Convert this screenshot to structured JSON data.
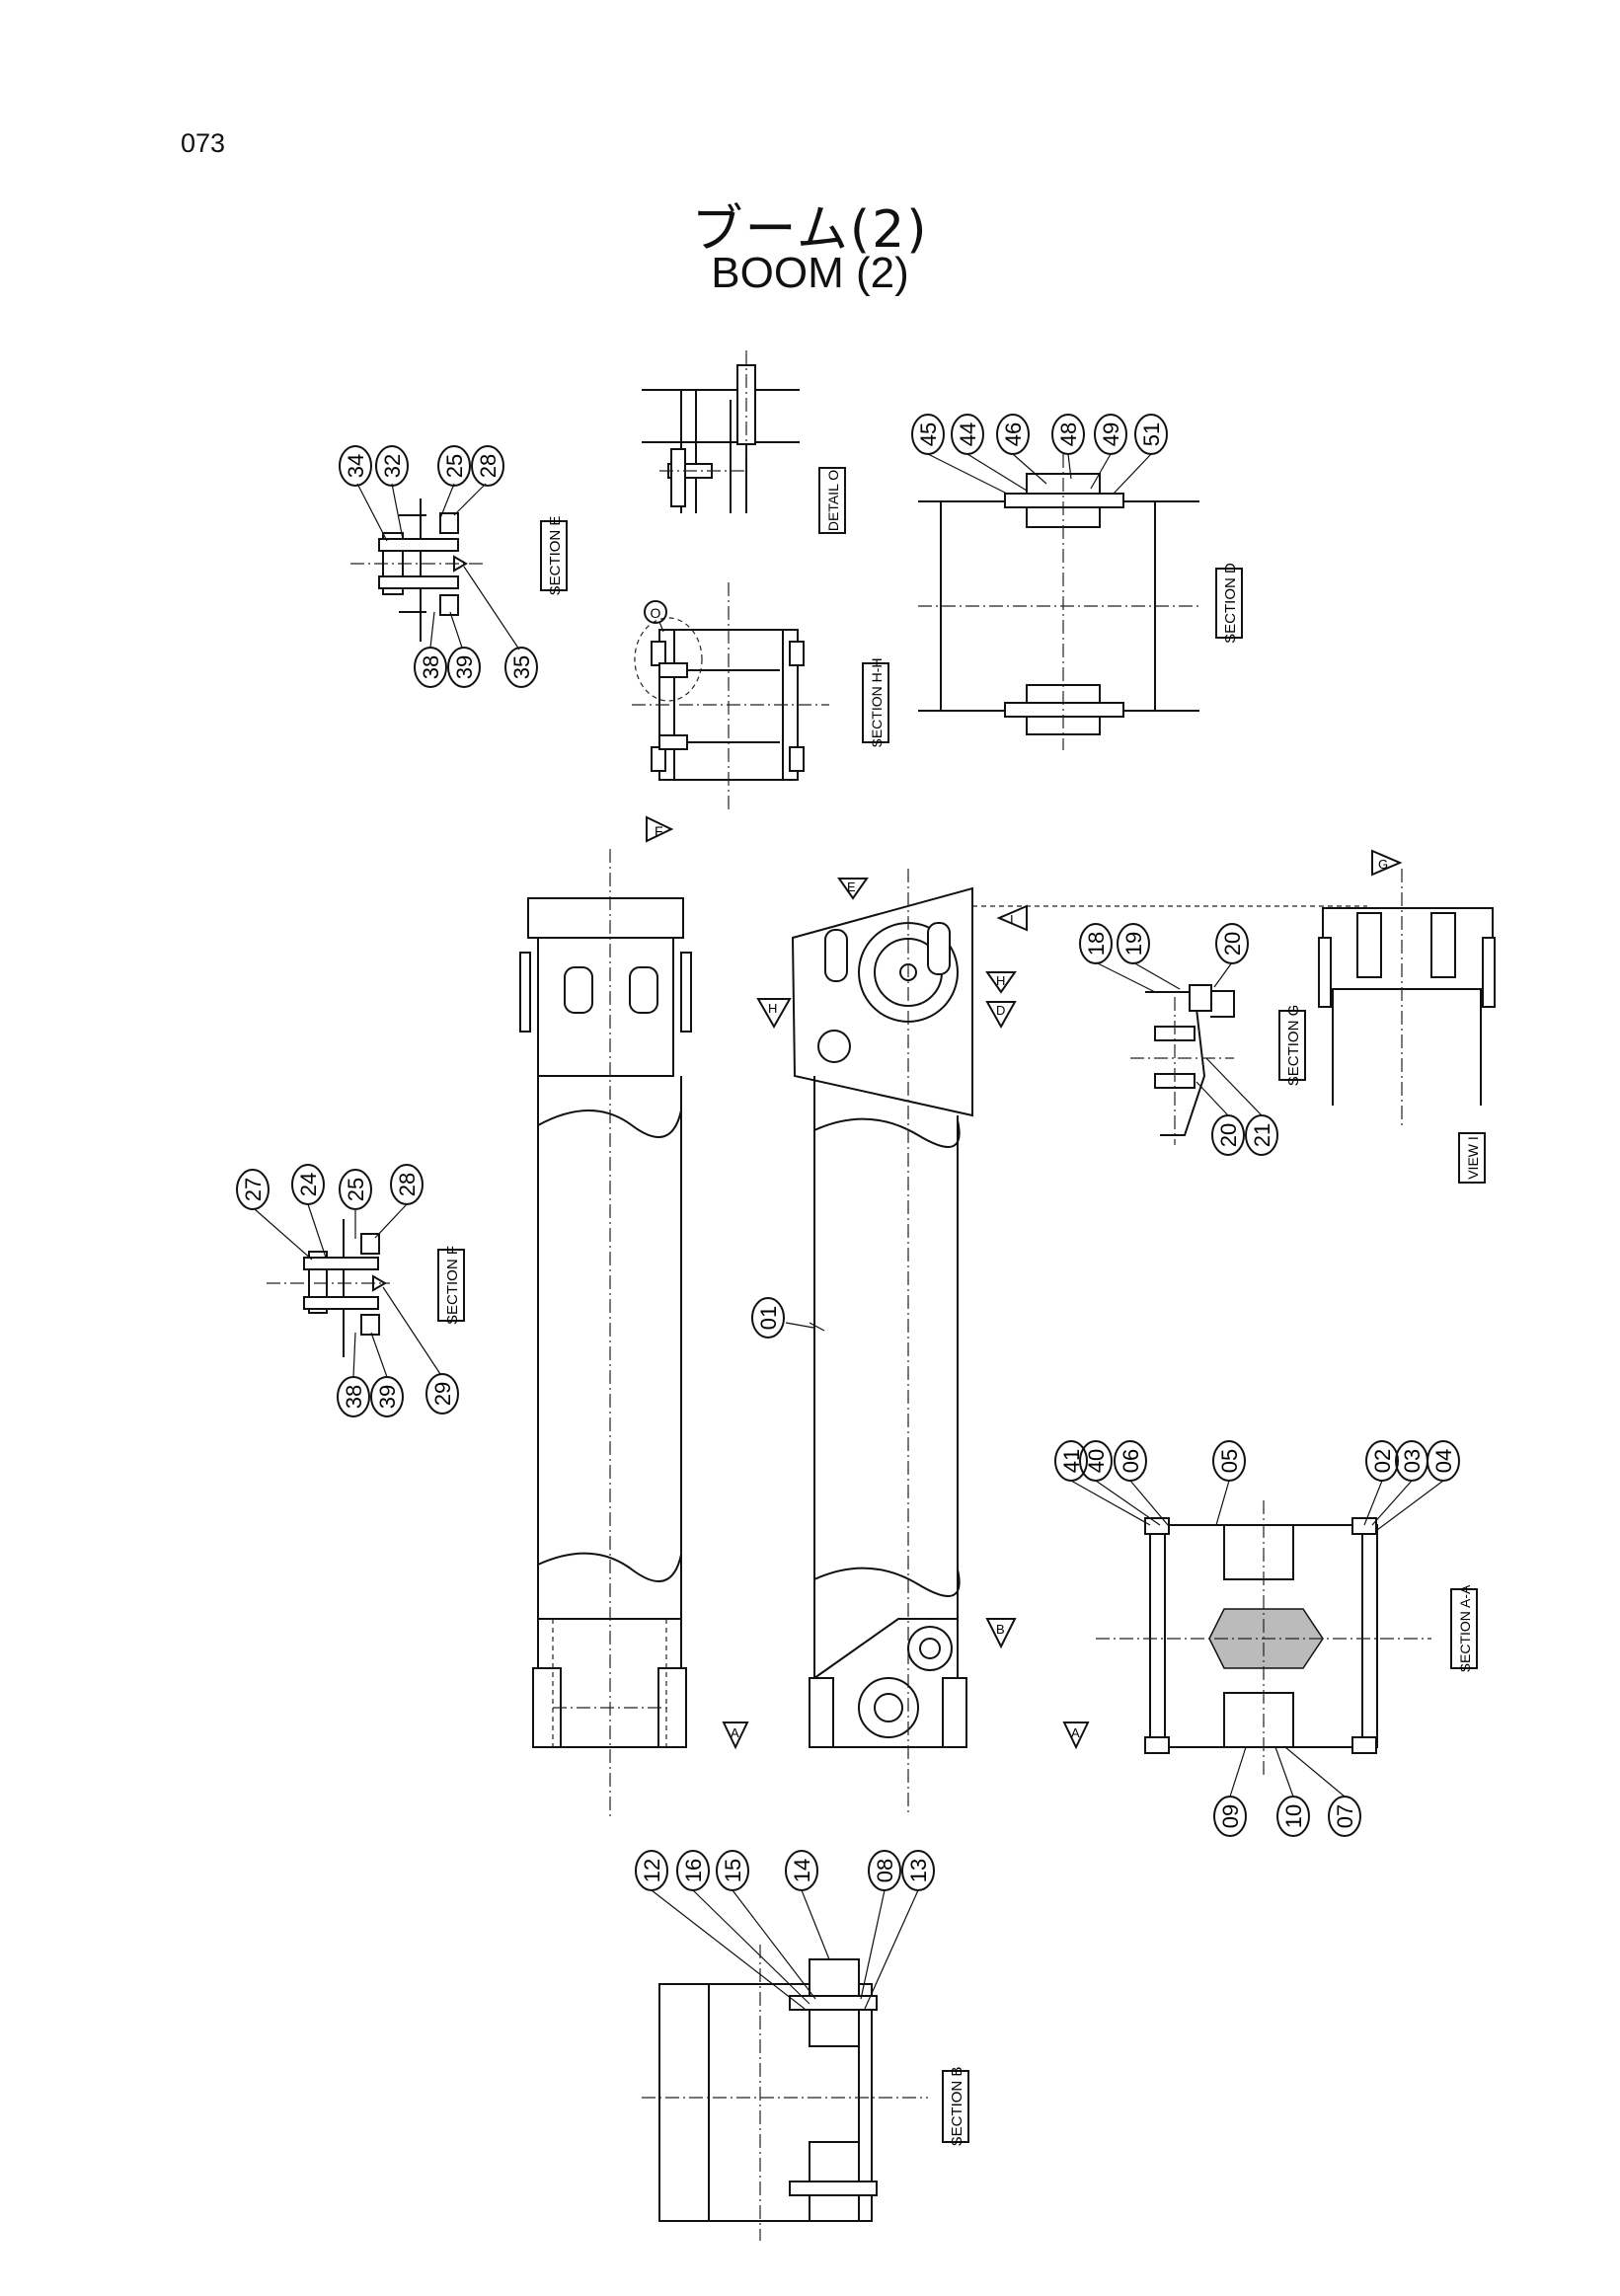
{
  "page_number": "073",
  "title_jp": "ブーム(2)",
  "title_en": "BOOM (2)",
  "section_labels": {
    "section_e": "SECTION E",
    "section_f": "SECTION F",
    "section_g": "SECTION G",
    "section_d": "SECTION D",
    "section_hh": "SECTION H-H",
    "section_aa": "SECTION A-A",
    "section_b": "SECTION B",
    "detail_o": "DETAIL O",
    "view_i": "VIEW I"
  },
  "view_arrows": {
    "f": "F",
    "e": "E",
    "g": "G",
    "i": "I",
    "h_left": "H",
    "h_right": "H",
    "d": "D",
    "b": "B",
    "a_left": "A",
    "a_right": "A"
  },
  "callouts": {
    "c01": "01",
    "c02": "02",
    "c03": "03",
    "c04": "04",
    "c05": "05",
    "c06": "06",
    "c07": "07",
    "c08": "08",
    "c09": "09",
    "c10": "10",
    "c12": "12",
    "c13": "13",
    "c14": "14",
    "c15": "15",
    "c16": "16",
    "c18": "18",
    "c19": "19",
    "c20a": "20",
    "c20b": "20",
    "c21": "21",
    "c24": "24",
    "c25a": "25",
    "c25b": "25",
    "c27": "27",
    "c28a": "28",
    "c28b": "28",
    "c29": "29",
    "c32": "32",
    "c34": "34",
    "c35": "35",
    "c38a": "38",
    "c38b": "38",
    "c39a": "39",
    "c39b": "39",
    "c40": "40",
    "c41": "41",
    "c44": "44",
    "c45": "45",
    "c46": "46",
    "c48": "48",
    "c49": "49",
    "c51": "51",
    "detail_marker": "O"
  }
}
